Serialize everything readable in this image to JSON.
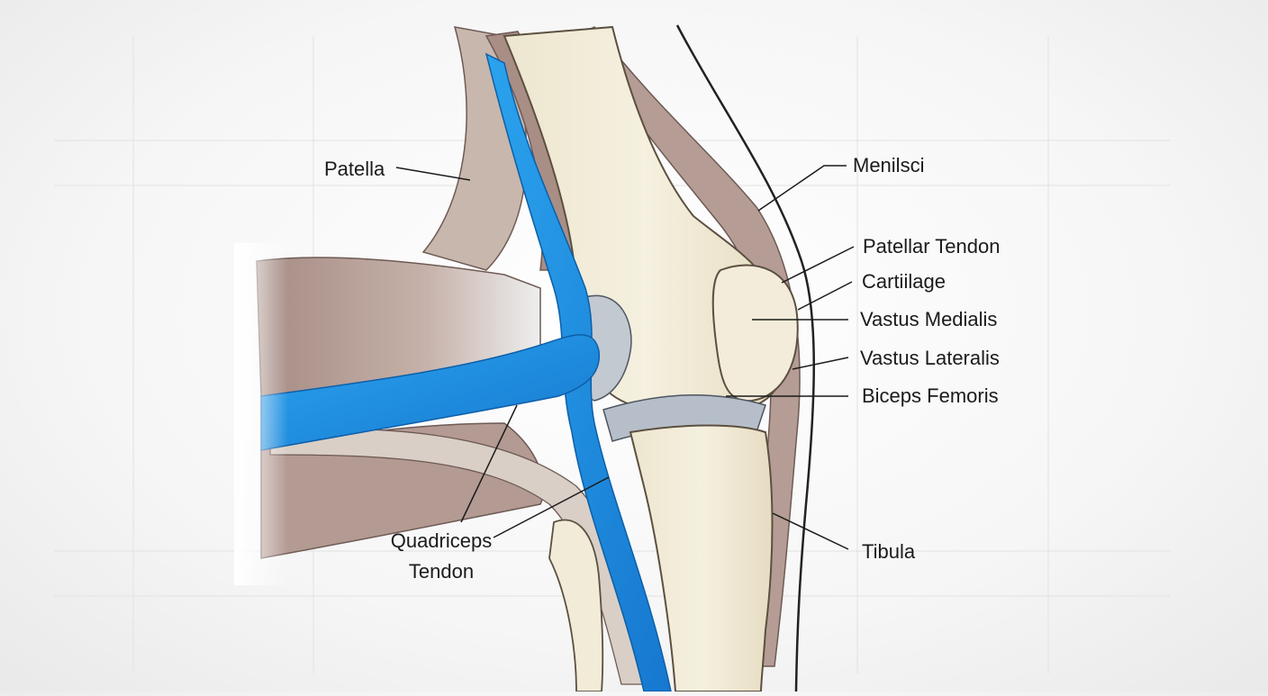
{
  "diagram": {
    "subject": "knee joint anatomy illustration",
    "colors": {
      "tendon_blue": "#1e8fe0",
      "bone": "#efe9d6",
      "muscle": "#b39a92",
      "cartilage_gray": "#aab4bf",
      "line": "#1b1b1b"
    },
    "labels": {
      "patella": "Patella",
      "menisci": "Menilsci",
      "patellar_tendon": "Patellar Tendon",
      "cartilage": "Cartiilage",
      "vastus_medialis": "Vastus Medialis",
      "vastus_lateralis": "Vastus Lateralis",
      "biceps_femoris": "Biceps Femoris",
      "tibula": "Tibula",
      "quadriceps_line1": "Quadriceps",
      "quadriceps_line2": "Tendon"
    }
  }
}
